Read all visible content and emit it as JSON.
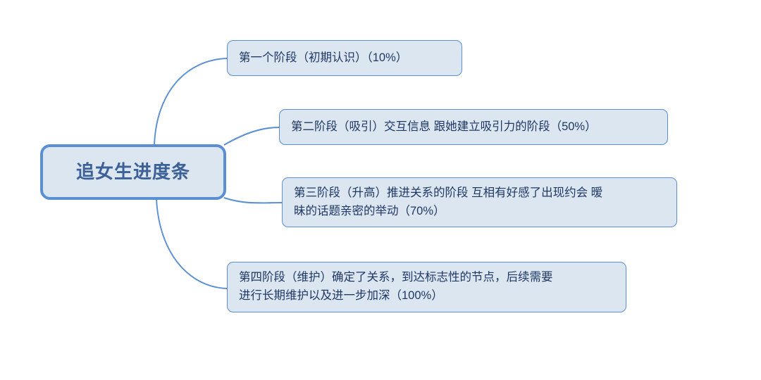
{
  "diagram": {
    "type": "mind-map",
    "colors": {
      "node_fill": "#dce6f1",
      "node_border": "#5b8fd4",
      "root_text": "#3c6098",
      "branch_text": "#1f3864",
      "connector": "#5b8fd4",
      "background": "#ffffff"
    },
    "root": {
      "label": "追女生进度条"
    },
    "branches": [
      {
        "id": "stage-1",
        "label": "第一个阶段（初期认识）（10%）",
        "percent": "10%"
      },
      {
        "id": "stage-2",
        "label": "第二阶段（吸引）交互信息 跟她建立吸引力的阶段（50%）",
        "percent": "50%"
      },
      {
        "id": "stage-3",
        "label": "第三阶段（升高）推进关系的阶段 互相有好感了出现约会 暧\n昧的话题亲密的举动（70%）",
        "percent": "70%"
      },
      {
        "id": "stage-4",
        "label": "第四阶段（维护）确定了关系，到达标志性的节点，后续需要\n进行长期维护以及进一步加深（100%）",
        "percent": "100%"
      }
    ]
  }
}
